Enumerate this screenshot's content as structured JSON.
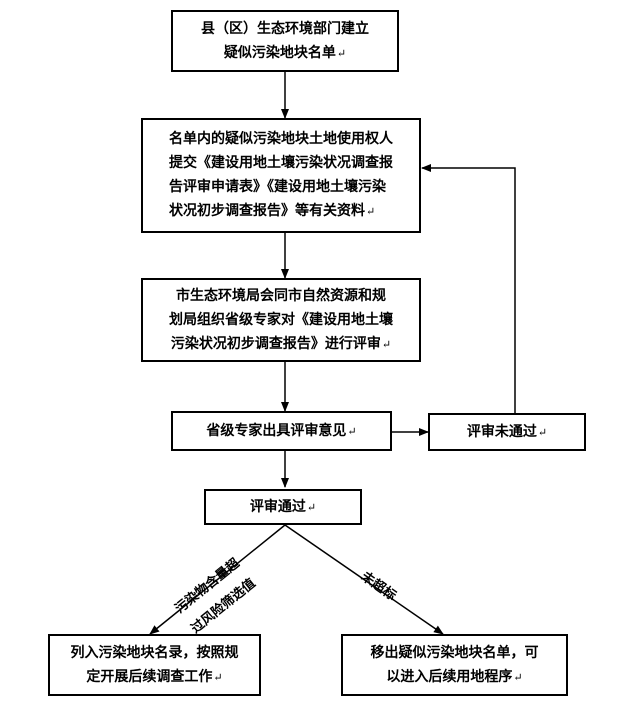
{
  "nodes": {
    "step1": {
      "lines": [
        "县（区）生态环境部门建立",
        "疑似污染地块名单"
      ]
    },
    "step2": {
      "lines": [
        "名单内的疑似污染地块土地使用权人",
        "提交《建设用地土壤污染状况调查报",
        "告评审申请表》《建设用地土壤污染",
        "状况初步调查报告》等有关资料"
      ]
    },
    "step3": {
      "lines": [
        "市生态环境局会同市自然资源和规",
        "划局组织省级专家对《建设用地土壤",
        "污染状况初步调查报告》进行评审"
      ]
    },
    "step4": {
      "text": "省级专家出具评审意见"
    },
    "fail": {
      "text": "评审未通过"
    },
    "pass": {
      "text": "评审通过"
    },
    "listed": {
      "lines": [
        "列入污染地块名录，按照规",
        "定开展后续调查工作"
      ]
    },
    "removed": {
      "lines": [
        "移出疑似污染地块名单，可",
        "以进入后续用地程序"
      ]
    }
  },
  "edge_labels": {
    "left_line1": "污染物含量超",
    "left_line2": "过风险筛选值",
    "right": "未超标"
  },
  "paragraph_mark": "↵"
}
